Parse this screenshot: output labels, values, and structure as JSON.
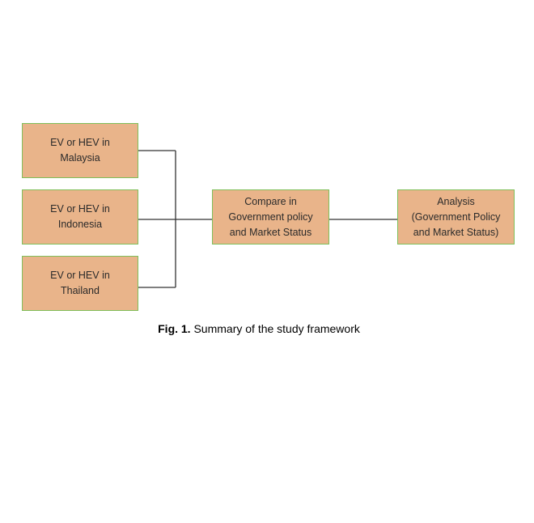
{
  "diagram": {
    "nodes": [
      {
        "id": "malaysia",
        "label": "EV or HEV in\nMalaysia"
      },
      {
        "id": "indonesia",
        "label": "EV or HEV in\nIndonesia"
      },
      {
        "id": "thailand",
        "label": "EV or HEV in\nThailand"
      },
      {
        "id": "compare",
        "label": "Compare in\nGovernment policy\nand Market Status"
      },
      {
        "id": "analysis",
        "label": "Analysis\n(Government Policy\nand Market Status)"
      }
    ],
    "edges": [
      {
        "from": "malaysia",
        "to": "compare"
      },
      {
        "from": "indonesia",
        "to": "compare"
      },
      {
        "from": "thailand",
        "to": "compare"
      },
      {
        "from": "compare",
        "to": "analysis"
      }
    ],
    "colors": {
      "box_fill": "#e9b48a",
      "box_border": "#7fbf5a",
      "connector": "#333333"
    }
  },
  "caption": {
    "number": "Fig. 1.",
    "text": " Summary of the study framework"
  }
}
